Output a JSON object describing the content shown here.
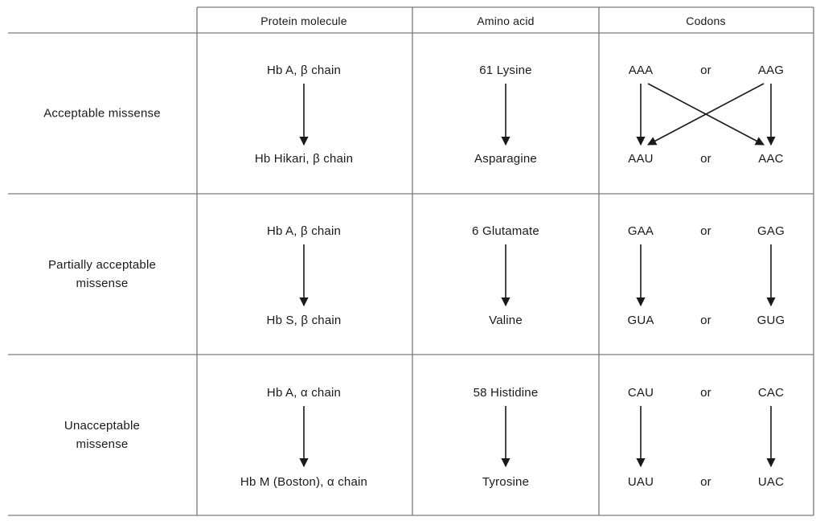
{
  "headers": {
    "protein": "Protein molecule",
    "amino": "Amino acid",
    "codons": "Codons"
  },
  "rows": [
    {
      "label": "Acceptable missense",
      "protein_from": "Hb A, β chain",
      "protein_to": "Hb Hikari, β chain",
      "amino_from": "61 Lysine",
      "amino_to": "Asparagine",
      "codon_top_left": "AAA",
      "codon_top_or": "or",
      "codon_top_right": "AAG",
      "codon_bottom_left": "AAU",
      "codon_bottom_or": "or",
      "codon_bottom_right": "AAC"
    },
    {
      "label": "Partially acceptable missense",
      "protein_from": "Hb A, β chain",
      "protein_to": "Hb S, β chain",
      "amino_from": "6 Glutamate",
      "amino_to": "Valine",
      "codon_top_left": "GAA",
      "codon_top_or": "or",
      "codon_top_right": "GAG",
      "codon_bottom_left": "GUA",
      "codon_bottom_or": "or",
      "codon_bottom_right": "GUG"
    },
    {
      "label": "Unacceptable missense",
      "protein_from": "Hb A, α chain",
      "protein_to": "Hb M (Boston), α chain",
      "amino_from": "58 Histidine",
      "amino_to": "Tyrosine",
      "codon_top_left": "CAU",
      "codon_top_or": "or",
      "codon_top_right": "CAC",
      "codon_bottom_left": "UAU",
      "codon_bottom_or": "or",
      "codon_bottom_right": "UAC"
    }
  ]
}
